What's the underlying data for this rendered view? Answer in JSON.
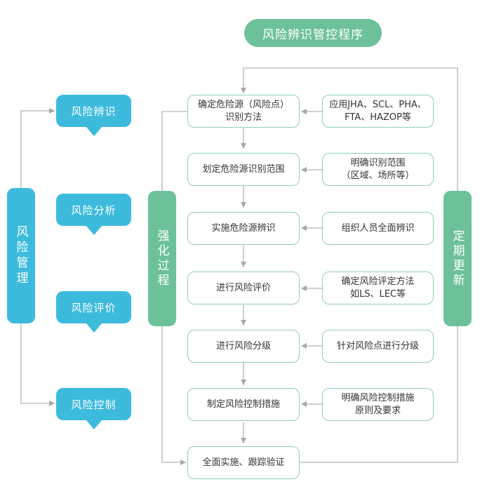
{
  "title": "风险辨识管控程序",
  "left_panel": {
    "label": "风险管理",
    "bubbles": [
      "风险辨识",
      "风险分析",
      "风险评价",
      "风险控制"
    ]
  },
  "left_pill": "强化过程",
  "right_pill": "定期更新",
  "steps": [
    "确定危险源（风险点）\n识别方法",
    "划定危险源识别范围",
    "实施危险源辨识",
    "进行风险评价",
    "进行风险分级",
    "制定风险控制措施",
    "全面实施、跟踪验证"
  ],
  "notes": [
    "应用JHA、SCL、PHA、\nFTA、HAZOP等",
    "明确识别范围\n（区域、场所等）",
    "组织人员全面辨识",
    "确定风险评定方法\n如LS、LEC等",
    "针对风险点进行分级",
    "明确风险控制措施\n原则及要求"
  ],
  "colors": {
    "green": "#6cc19a",
    "blue": "#3dbbdc",
    "box_border": "#8fd0ad",
    "line": "#aaaaaa"
  }
}
